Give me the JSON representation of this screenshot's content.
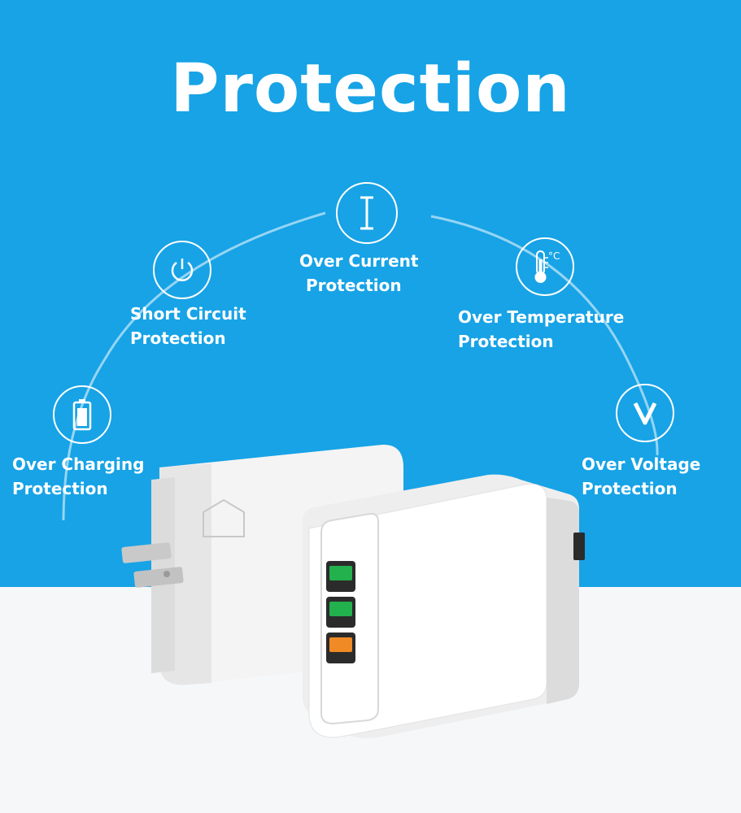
{
  "headline": "Protection",
  "features": [
    {
      "icon": "current-i-icon",
      "line1": "Over Current",
      "line2": "Protection"
    },
    {
      "icon": "power-icon",
      "line1": "Short Circuit",
      "line2": "Protection"
    },
    {
      "icon": "thermometer-icon",
      "line1": "Over Temperature",
      "line2": "Protection"
    },
    {
      "icon": "battery-icon",
      "line1": "Over Charging",
      "line2": "Protection"
    },
    {
      "icon": "voltage-v-icon",
      "line1": "Over Voltage",
      "line2": "Protection"
    }
  ],
  "colors": {
    "background_blue": "#17a3e6",
    "foreground": "#ffffff",
    "usb_port_green": "#22b14c",
    "usb_port_orange": "#f08a24"
  }
}
